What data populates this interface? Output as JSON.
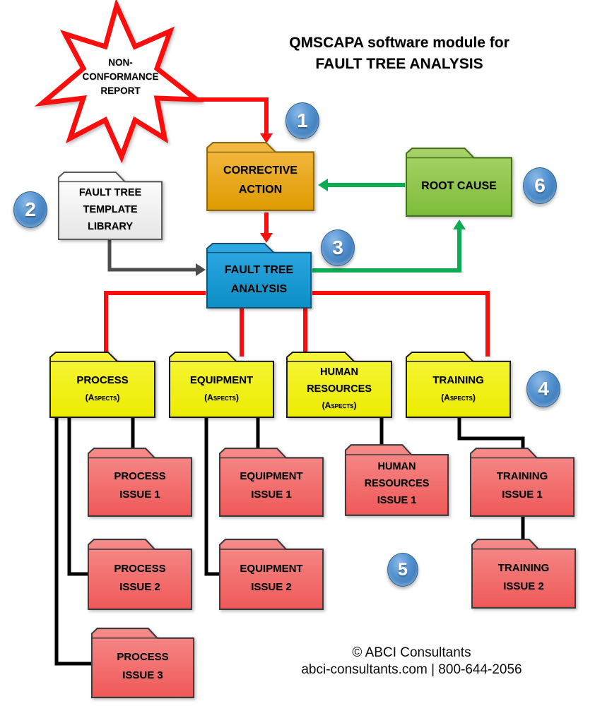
{
  "title": {
    "line1": "QMSCAPA software module for",
    "line2": "FAULT TREE ANALYSIS"
  },
  "star": {
    "lines": [
      "NON-",
      "CONFORMANCE",
      "REPORT"
    ]
  },
  "badges": [
    "1",
    "2",
    "3",
    "4",
    "5",
    "6"
  ],
  "nodes": {
    "corrective_action": {
      "lines": [
        "CORRECTIVE",
        "ACTION"
      ]
    },
    "root_cause": {
      "lines": [
        "ROOT CAUSE"
      ]
    },
    "template_library": {
      "lines": [
        "FAULT TREE",
        "TEMPLATE",
        "LIBRARY"
      ]
    },
    "fault_tree_analysis": {
      "lines": [
        "FAULT TREE",
        "ANALYSIS"
      ]
    },
    "process": {
      "lines": [
        "PROCESS"
      ],
      "sub": "(Aspects)"
    },
    "equipment": {
      "lines": [
        "EQUIPMENT"
      ],
      "sub": "(Aspects)"
    },
    "human_resources": {
      "lines": [
        "HUMAN",
        "RESOURCES"
      ],
      "sub": "(Aspects)"
    },
    "training": {
      "lines": [
        "TRAINING"
      ],
      "sub": "(Aspects)"
    },
    "process_issue_1": {
      "lines": [
        "PROCESS",
        "ISSUE 1"
      ]
    },
    "process_issue_2": {
      "lines": [
        "PROCESS",
        "ISSUE 2"
      ]
    },
    "process_issue_3": {
      "lines": [
        "PROCESS",
        "ISSUE 3"
      ]
    },
    "equipment_issue_1": {
      "lines": [
        "EQUIPMENT",
        "ISSUE 1"
      ]
    },
    "equipment_issue_2": {
      "lines": [
        "EQUIPMENT",
        "ISSUE 2"
      ]
    },
    "hr_issue_1": {
      "lines": [
        "HUMAN",
        "RESOURCES",
        "ISSUE 1"
      ]
    },
    "training_issue_1": {
      "lines": [
        "TRAINING",
        "ISSUE 1"
      ]
    },
    "training_issue_2": {
      "lines": [
        "TRAINING",
        "ISSUE 2"
      ]
    }
  },
  "footer": {
    "line1": "© ABCI Consultants",
    "line2": "abci-consultants.com | 800-644-2056"
  },
  "colors": {
    "red_line": "#fa0d0d",
    "green_line": "#0eac52",
    "gray_line": "#4d4d4d",
    "black_line": "#000000",
    "folder_orange": "#e9a621",
    "folder_green": "#8fc94e",
    "folder_blue": "#1b9fd4",
    "folder_yellow": "#f1f11a",
    "folder_red": "#f27170",
    "folder_white": "#f5f5f5",
    "badge_blue": "#4e8fce"
  }
}
